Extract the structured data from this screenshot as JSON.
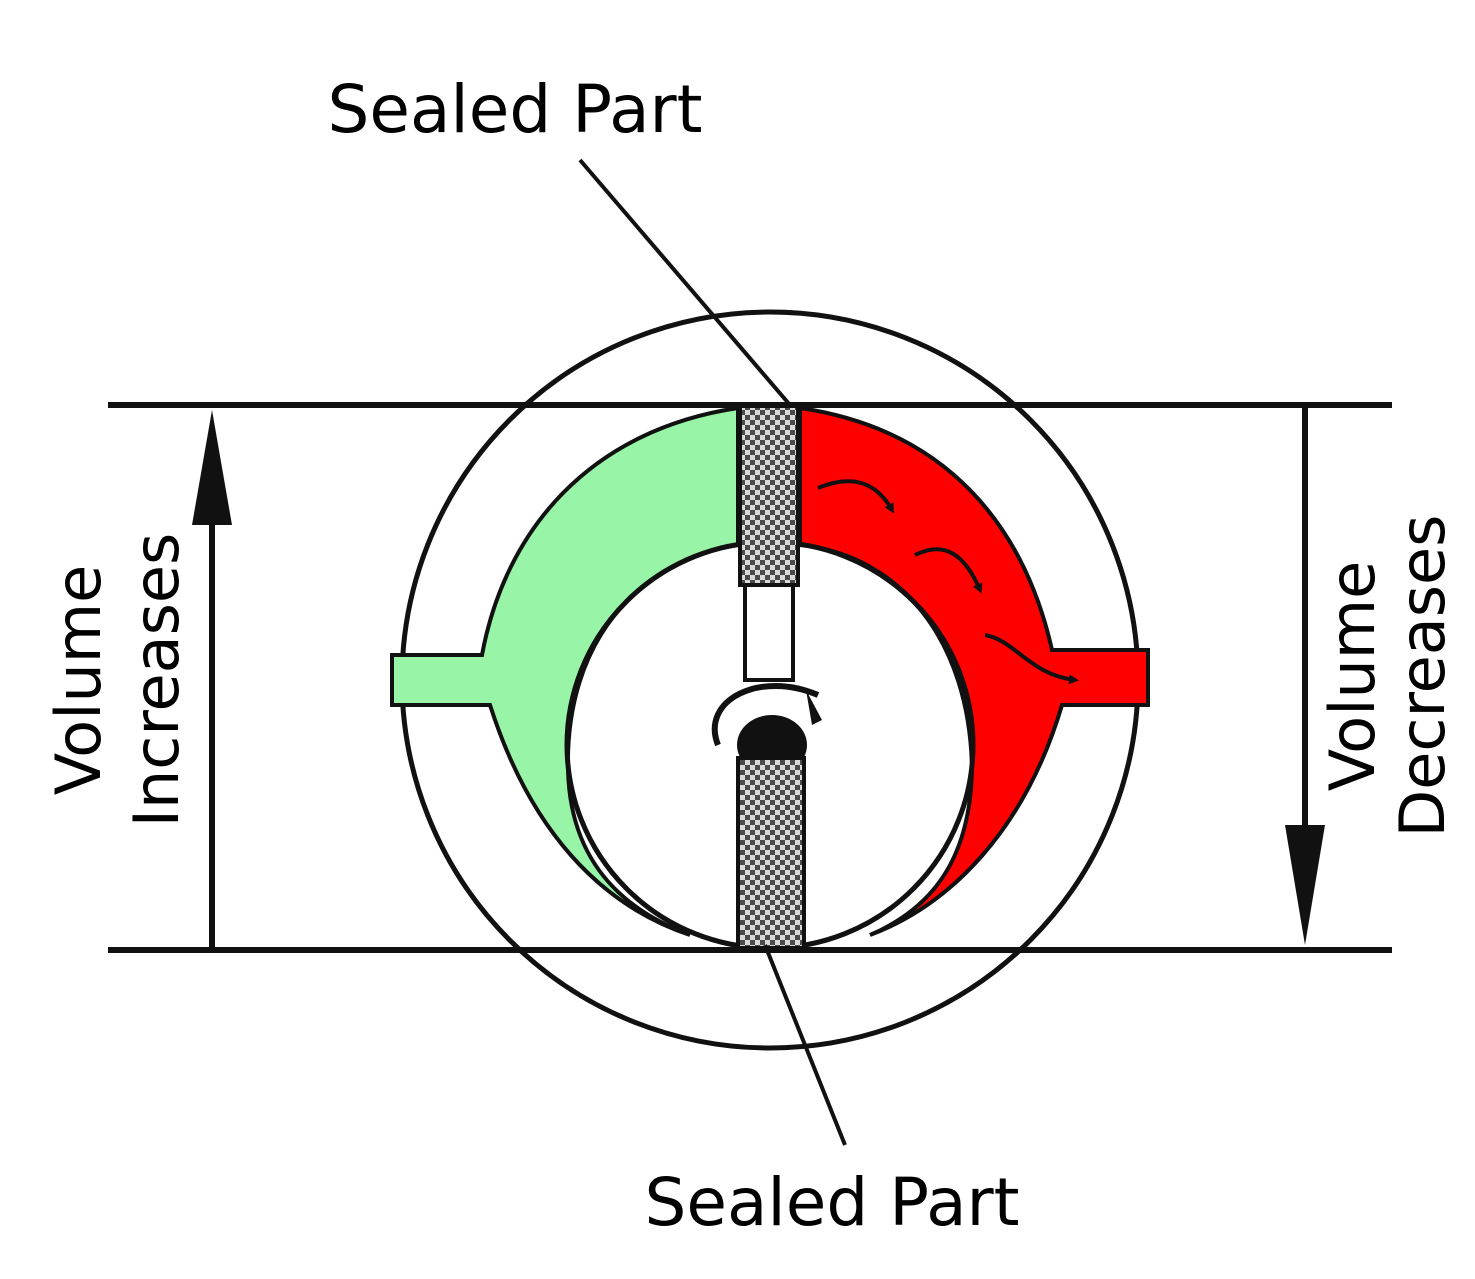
{
  "labels": {
    "top": "Sealed Part",
    "bottom": "Sealed Part",
    "left_line1": "Volume",
    "left_line2": "Increases",
    "right_line1": "Volume",
    "right_line2": "Decreases"
  },
  "colors": {
    "suction_chamber": "#98f5a8",
    "discharge_chamber": "#ff0000",
    "outline": "#111111",
    "seal": "#555555"
  }
}
